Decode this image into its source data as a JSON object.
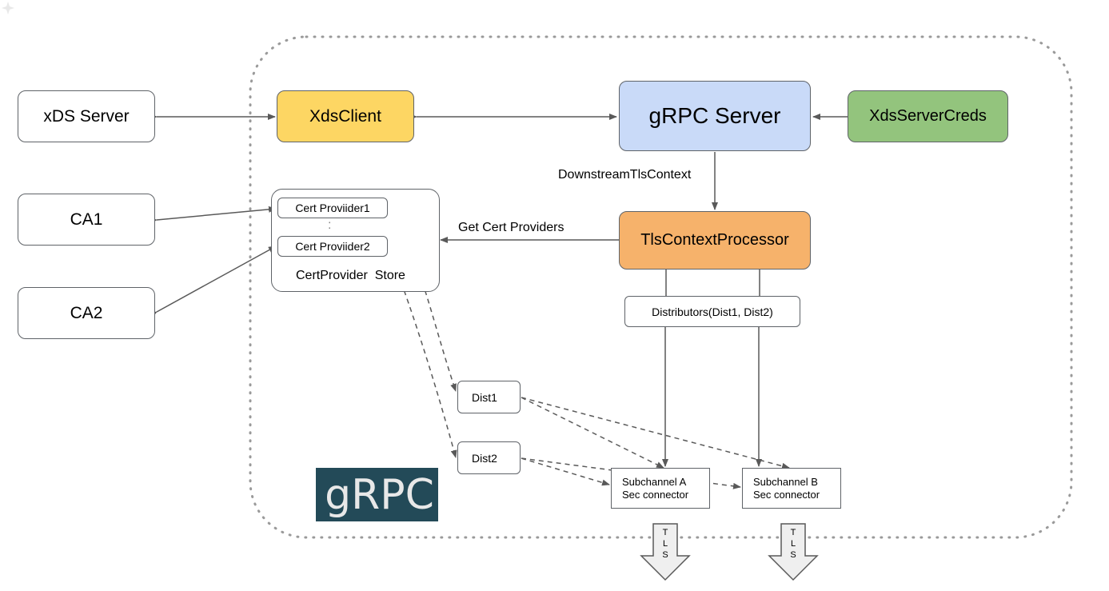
{
  "nodes": {
    "xds_server": "xDS Server",
    "xds_client": "XdsClient",
    "grpc_server": "gRPC Server",
    "xds_server_creds": "XdsServerCreds",
    "ca1": "CA1",
    "ca2": "CA2",
    "cert_provider1": "Cert Proviider1",
    "cert_provider2": "Cert Proviider2",
    "cert_provider_dots": ":",
    "cert_provider_store": "CertProvider  Store",
    "tls_context_processor": "TlsContextProcessor",
    "distributors": "Distributors(Dist1, Dist2)",
    "dist1": "Dist1",
    "dist2": "Dist2",
    "subchannel_a_line1": "Subchannel A",
    "subchannel_a_line2": "Sec connector",
    "subchannel_b_line1": "Subchannel B",
    "subchannel_b_line2": "Sec connector"
  },
  "edge_labels": {
    "downstream_tls_context": "DownstreamTlsContext",
    "get_cert_providers": "Get Cert Providers"
  },
  "tls_arrows": {
    "left": [
      "T",
      "L",
      "S"
    ],
    "right": [
      "T",
      "L",
      "S"
    ]
  },
  "logo": {
    "text": "gRPC"
  },
  "colors": {
    "xds_client": "#fdd663",
    "grpc_server": "#c9daf8",
    "xds_server_creds": "#93c47d",
    "tls_context_processor": "#f6b26b",
    "logo_bg": "#234a58",
    "line": "#595959"
  }
}
